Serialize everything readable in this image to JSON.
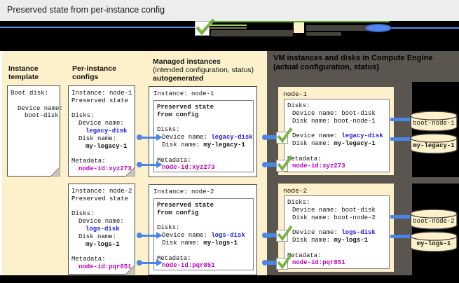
{
  "title": "Preserved state from per-instance config",
  "colors": {
    "panel_beige": "#fcf1ca",
    "panel_dark": "#5a554e",
    "value_blue": "#2121dd",
    "value_magenta": "#bd00bd",
    "connector_blue": "#4a86e8",
    "check_green": "#7cb342"
  },
  "legend": {
    "icons": [
      "applied-check-icon",
      "preserved-state-swatch-icon",
      "persistent-disk-icon",
      "green-arrow-icon",
      "blue-line-icon"
    ]
  },
  "columns": {
    "template_header": "Instance template",
    "pic_header": "Per-instance configs",
    "managed_header_line1": "Managed instances",
    "managed_header_line2": "(intended configuration, status)",
    "managed_header_line3": "autogenerated"
  },
  "vm_panel": {
    "title_line1": "VM instances and disks in Compute Engine",
    "title_line2": "(actual configuration, status)"
  },
  "template_card": {
    "boot_disk_label": "Boot disk:",
    "device_label": "Device name:",
    "device_value": "boot-disk"
  },
  "pic_cards": [
    {
      "instance": "Instance: node-1",
      "state": "Preserved state",
      "disks_label": "Disks:",
      "device_label": "Device name:",
      "device_value": "legacy-disk",
      "disk_label": "Disk name:",
      "disk_value": "my-legacy-1",
      "metadata_label": "Metadata:",
      "metadata_value": "node-id:xyz273"
    },
    {
      "instance": "Instance: node-2",
      "state": "Preserved state",
      "disks_label": "Disks:",
      "device_label": "Device name:",
      "device_value": "logs-disk",
      "disk_label": "Disk name:",
      "disk_value": "my-logs-1",
      "metadata_label": "Metadata:",
      "metadata_value": "node-id:pqr851"
    }
  ],
  "managed_cards": [
    {
      "instance": "Instance: node-1",
      "preserved1": "Preserved state",
      "preserved2": "from config",
      "disks_label": "Disks:",
      "device_label": "Device name: ",
      "device_value": "legacy-disk",
      "disk_label": "Disk name: ",
      "disk_value": "my-legacy-1",
      "metadata_label": "Metadata:",
      "metadata_value": "node-id:xyz273"
    },
    {
      "instance": "Instance: node-2",
      "preserved1": "Preserved state",
      "preserved2": "from config",
      "disks_label": "Disks:",
      "device_label": "Device name: ",
      "device_value": "logs-disk",
      "disk_label": "Disk name: ",
      "disk_value": "my-logs-1",
      "metadata_label": "Metadata:",
      "metadata_value": "node-id:pqr851"
    }
  ],
  "nodes": [
    {
      "name": "node-1",
      "disks_label": "Disks:",
      "boot_device": "Device name: boot-disk",
      "boot_disk": "Disk name: boot-node-1",
      "device_label": "Device name: ",
      "device_value": "legacy-disk",
      "disk_label": "Disk name: ",
      "disk_value": "my-legacy-1",
      "metadata_label": "Metadata:",
      "metadata_value": "node-id:xyz273",
      "disks": [
        {
          "label": "boot-node-1"
        },
        {
          "label": "my-legacy-1"
        }
      ]
    },
    {
      "name": "node-2",
      "disks_label": "Disks:",
      "boot_device": "Device name: boot-disk",
      "boot_disk": "Disk name: boot-node-2",
      "device_label": "Device name: ",
      "device_value": "logs-disk",
      "disk_label": "Disk name: ",
      "disk_value": "my-logs-1",
      "metadata_label": "Metadata:",
      "metadata_value": "node-id:pqr851",
      "disks": [
        {
          "label": "boot-node-2"
        },
        {
          "label": "my-logs-1"
        }
      ]
    }
  ]
}
